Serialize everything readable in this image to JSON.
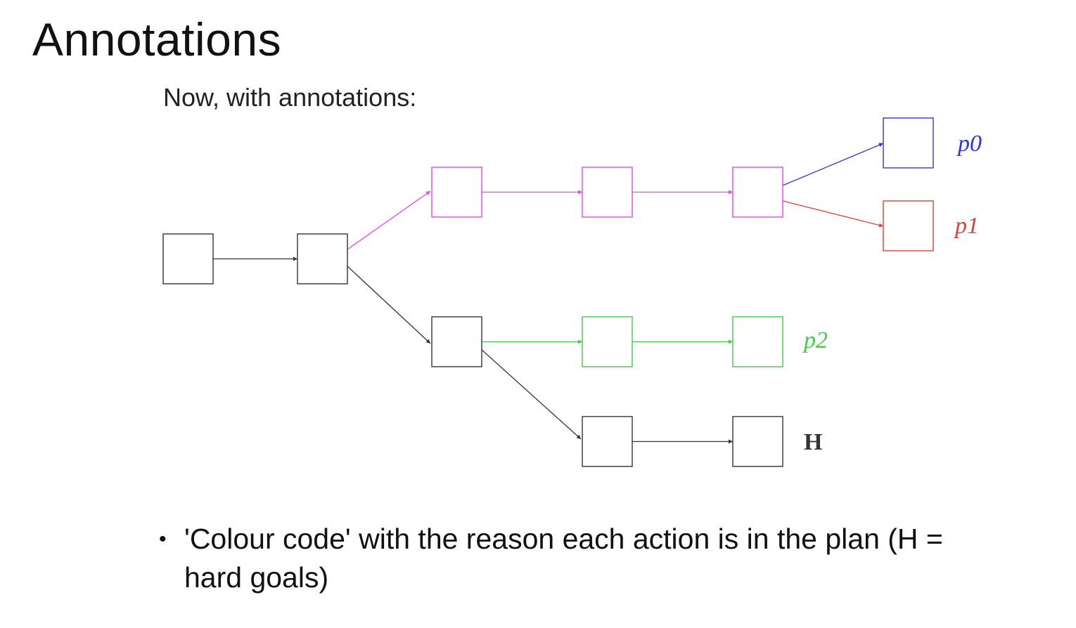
{
  "slide": {
    "title": "Annotations",
    "caption": "Now, with annotations:",
    "bullet": "'Colour code' with the reason each action is in the plan (H = hard goals)"
  },
  "colors": {
    "black": "#333333",
    "magenta": "#ee44ee",
    "blue": "#3333dd",
    "red": "#e0403a",
    "green": "#44cc44"
  },
  "diagram": {
    "nodes": [
      {
        "id": "n1",
        "color": "black"
      },
      {
        "id": "n2",
        "color": "black"
      },
      {
        "id": "m1",
        "color": "magenta"
      },
      {
        "id": "m2",
        "color": "magenta"
      },
      {
        "id": "m3",
        "color": "magenta"
      },
      {
        "id": "p0",
        "color": "blue"
      },
      {
        "id": "p1",
        "color": "red"
      },
      {
        "id": "g0",
        "color": "black"
      },
      {
        "id": "g1",
        "color": "green"
      },
      {
        "id": "g2",
        "color": "green"
      },
      {
        "id": "h1",
        "color": "black"
      },
      {
        "id": "h2",
        "color": "black"
      }
    ],
    "edges": [
      {
        "from": "n1",
        "to": "n2",
        "color": "black"
      },
      {
        "from": "n2",
        "to": "m1",
        "color": "magenta"
      },
      {
        "from": "n2",
        "to": "g0",
        "color": "black"
      },
      {
        "from": "m1",
        "to": "m2",
        "color": "magenta"
      },
      {
        "from": "m2",
        "to": "m3",
        "color": "magenta"
      },
      {
        "from": "m3",
        "to": "p0",
        "color": "blue"
      },
      {
        "from": "m3",
        "to": "p1",
        "color": "red"
      },
      {
        "from": "g0",
        "to": "g1",
        "color": "green"
      },
      {
        "from": "g1",
        "to": "g2",
        "color": "green"
      },
      {
        "from": "g0",
        "to": "h1",
        "color": "black"
      },
      {
        "from": "h1",
        "to": "h2",
        "color": "black"
      }
    ],
    "labels": [
      {
        "text": "p0",
        "color": "blue",
        "style": "italic"
      },
      {
        "text": "p1",
        "color": "red",
        "style": "italic"
      },
      {
        "text": "p2",
        "color": "green",
        "style": "italic"
      },
      {
        "text": "H",
        "color": "black",
        "style": "bold"
      }
    ]
  }
}
